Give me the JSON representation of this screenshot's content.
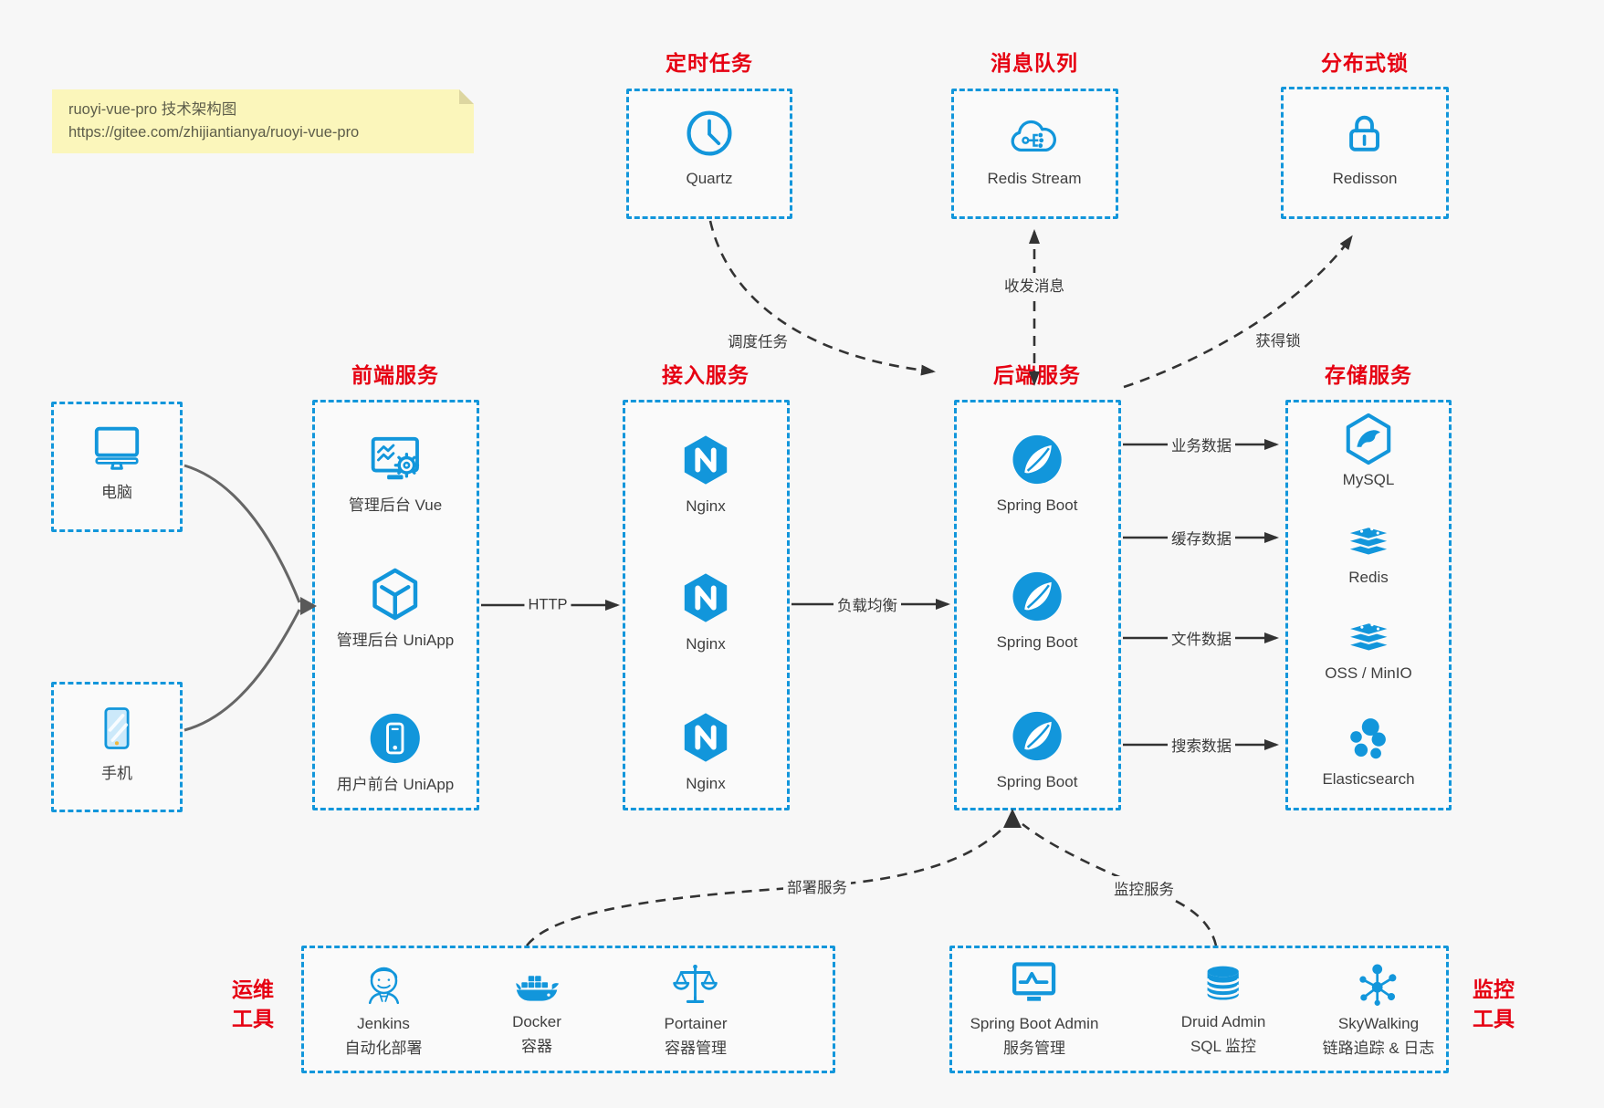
{
  "note": {
    "line1": "ruoyi-vue-pro 技术架构图",
    "line2": "https://gitee.com/zhijiantianya/ruoyi-vue-pro"
  },
  "top": {
    "scheduler": {
      "title": "定时任务",
      "label": "Quartz",
      "icon": "clock-icon"
    },
    "mq": {
      "title": "消息队列",
      "label": "Redis Stream",
      "icon": "cloud-mq-icon"
    },
    "lock": {
      "title": "分布式锁",
      "label": "Redisson",
      "icon": "lock-icon"
    }
  },
  "clients": {
    "pc": {
      "label": "电脑",
      "icon": "desktop-icon"
    },
    "mobile": {
      "label": "手机",
      "icon": "phone-icon"
    }
  },
  "frontend": {
    "title": "前端服务",
    "items": [
      {
        "label": "管理后台 Vue",
        "icon": "admin-vue-icon"
      },
      {
        "label": "管理后台 UniApp",
        "icon": "cube-icon"
      },
      {
        "label": "用户前台 UniApp",
        "icon": "app-circle-icon"
      }
    ]
  },
  "gateway": {
    "title": "接入服务",
    "items": [
      {
        "label": "Nginx",
        "icon": "nginx-icon"
      },
      {
        "label": "Nginx",
        "icon": "nginx-icon"
      },
      {
        "label": "Nginx",
        "icon": "nginx-icon"
      }
    ]
  },
  "backend": {
    "title": "后端服务",
    "items": [
      {
        "label": "Spring Boot",
        "icon": "spring-icon"
      },
      {
        "label": "Spring Boot",
        "icon": "spring-icon"
      },
      {
        "label": "Spring Boot",
        "icon": "spring-icon"
      }
    ]
  },
  "storage": {
    "title": "存储服务",
    "items": [
      {
        "label": "MySQL",
        "icon": "mysql-icon"
      },
      {
        "label": "Redis",
        "icon": "redis-stack-icon"
      },
      {
        "label": "OSS / MinIO",
        "icon": "oss-stack-icon"
      },
      {
        "label": "Elasticsearch",
        "icon": "elasticsearch-icon"
      }
    ]
  },
  "ops": {
    "title_line1": "运维",
    "title_line2": "工具",
    "items": [
      {
        "label": "Jenkins",
        "sub": "自动化部署",
        "icon": "jenkins-icon"
      },
      {
        "label": "Docker",
        "sub": "容器",
        "icon": "docker-icon"
      },
      {
        "label": "Portainer",
        "sub": "容器管理",
        "icon": "portainer-icon"
      }
    ]
  },
  "monitoring": {
    "title_line1": "监控",
    "title_line2": "工具",
    "items": [
      {
        "label": "Spring Boot Admin",
        "sub": "服务管理",
        "icon": "sba-icon"
      },
      {
        "label": "Druid Admin",
        "sub": "SQL 监控",
        "icon": "druid-icon"
      },
      {
        "label": "SkyWalking",
        "sub": "链路追踪 & 日志",
        "icon": "skywalking-icon"
      }
    ]
  },
  "edges": {
    "http": "HTTP",
    "load_balance": "负载均衡",
    "business_data": "业务数据",
    "cache_data": "缓存数据",
    "file_data": "文件数据",
    "search_data": "搜索数据",
    "schedule_task": "调度任务",
    "send_receive_msg": "收发消息",
    "acquire_lock": "获得锁",
    "deploy_service": "部署服务",
    "monitor_service": "监控服务"
  },
  "colors": {
    "accent_blue": "#1296db",
    "title_red": "#e60012",
    "note_bg": "#fbf6bb",
    "arrow_dark": "#333333",
    "arrow_gray": "#666666"
  }
}
